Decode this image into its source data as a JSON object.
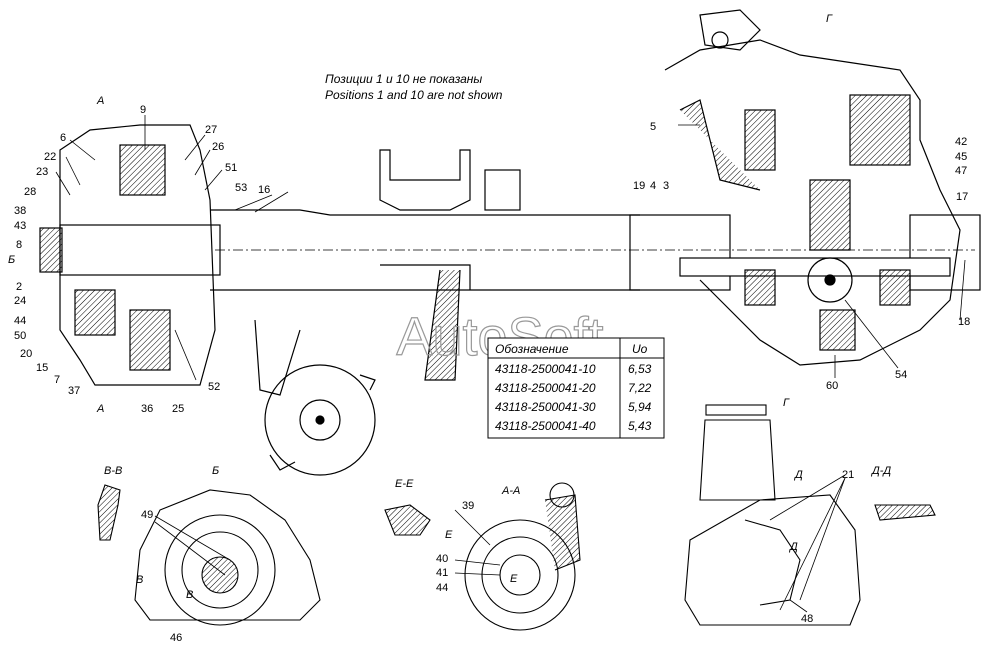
{
  "note": {
    "ru": "Позиции 1 и 10 не показаны",
    "en": "Positions 1 and 10 are not shown"
  },
  "watermark": "AutoSoft",
  "table": {
    "header": [
      "Обозначение",
      "Uo"
    ],
    "rows": [
      [
        "43118-2500041-10",
        "6,53"
      ],
      [
        "43118-2500041-20",
        "7,22"
      ],
      [
        "43118-2500041-30",
        "5,94"
      ],
      [
        "43118-2500041-40",
        "5,43"
      ]
    ]
  },
  "views": {
    "a_mark": "А",
    "b_mark": "Б",
    "g_mark": "Г",
    "vv": "В-В",
    "b": "Б",
    "ee": "Е-Е",
    "aa": "А-А",
    "g": "Г",
    "dd": "Д-Д",
    "v": "В",
    "e": "Е",
    "d": "Д"
  },
  "callouts": {
    "n1": "6",
    "n2": "9",
    "n3": "27",
    "n4": "26",
    "n5": "51",
    "n6": "22",
    "n7": "23",
    "n8": "28",
    "n9": "38",
    "n10": "43",
    "n11": "8",
    "n12": "2",
    "n13": "24",
    "n14": "44",
    "n15": "50",
    "n16": "20",
    "n17": "15",
    "n18": "7",
    "n19": "37",
    "n20": "36",
    "n21": "25",
    "n22": "52",
    "n23": "53",
    "n24": "16",
    "n25": "19",
    "n26": "4",
    "n27": "3",
    "n28": "5",
    "n29": "42",
    "n30": "45",
    "n31": "47",
    "n32": "17",
    "n33": "18",
    "n34": "54",
    "n35": "60",
    "n36": "49",
    "n37": "46",
    "n38": "39",
    "n39": "40",
    "n40": "41",
    "n41": "44",
    "n42": "21",
    "n43": "48"
  }
}
